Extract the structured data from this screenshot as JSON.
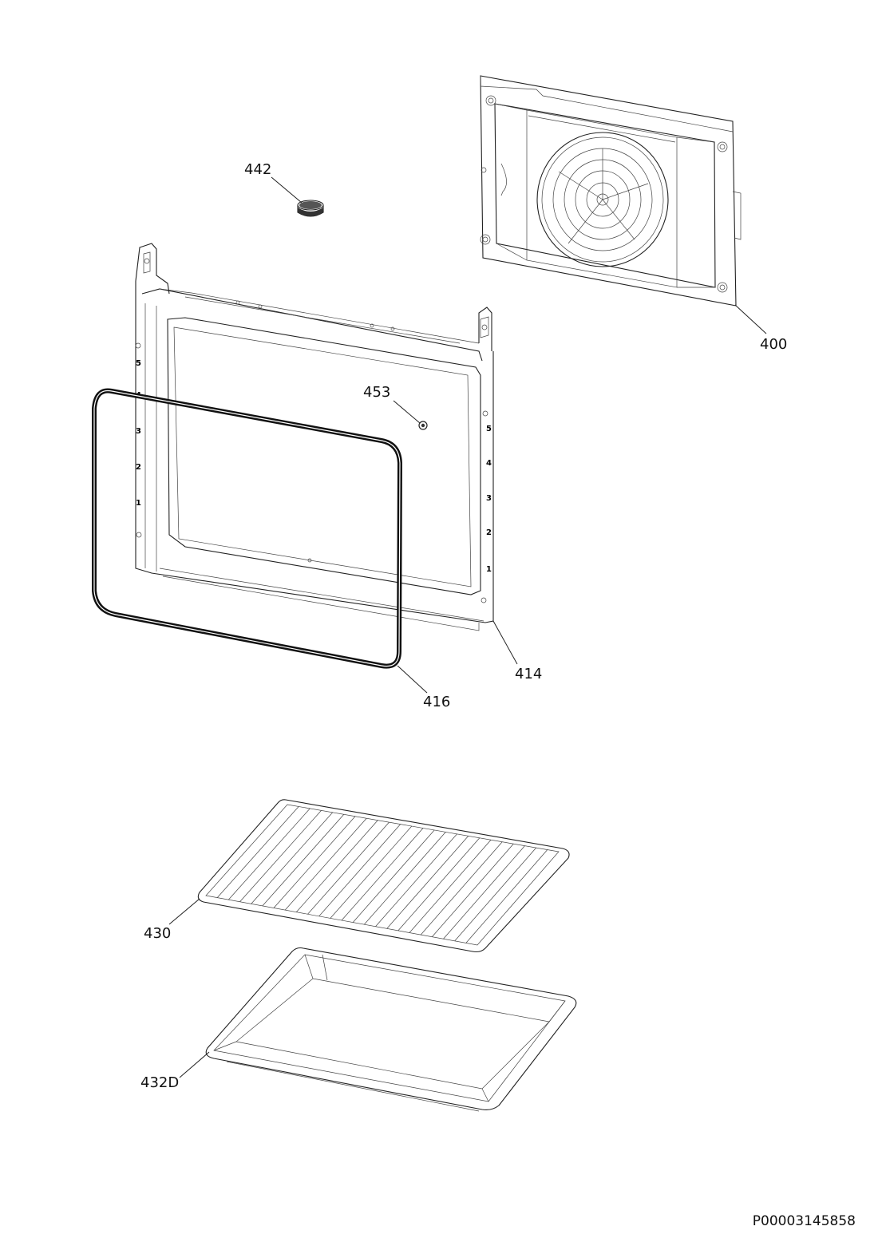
{
  "diagram": {
    "parts": [
      {
        "id": "400",
        "label": "400",
        "name": "fan-cover-panel"
      },
      {
        "id": "442",
        "label": "442",
        "name": "round-foot"
      },
      {
        "id": "453",
        "label": "453",
        "name": "screw"
      },
      {
        "id": "414",
        "label": "414",
        "name": "oven-cavity-front-frame"
      },
      {
        "id": "416",
        "label": "416",
        "name": "door-gasket"
      },
      {
        "id": "430",
        "label": "430",
        "name": "wire-shelf"
      },
      {
        "id": "432D",
        "label": "432D",
        "name": "baking-tray"
      }
    ],
    "frame_left_rack_numbers": [
      "5",
      "4",
      "3",
      "2",
      "1"
    ],
    "frame_right_rack_numbers": [
      "5",
      "4",
      "3",
      "2",
      "1"
    ],
    "document_reference": "P00003145858"
  }
}
